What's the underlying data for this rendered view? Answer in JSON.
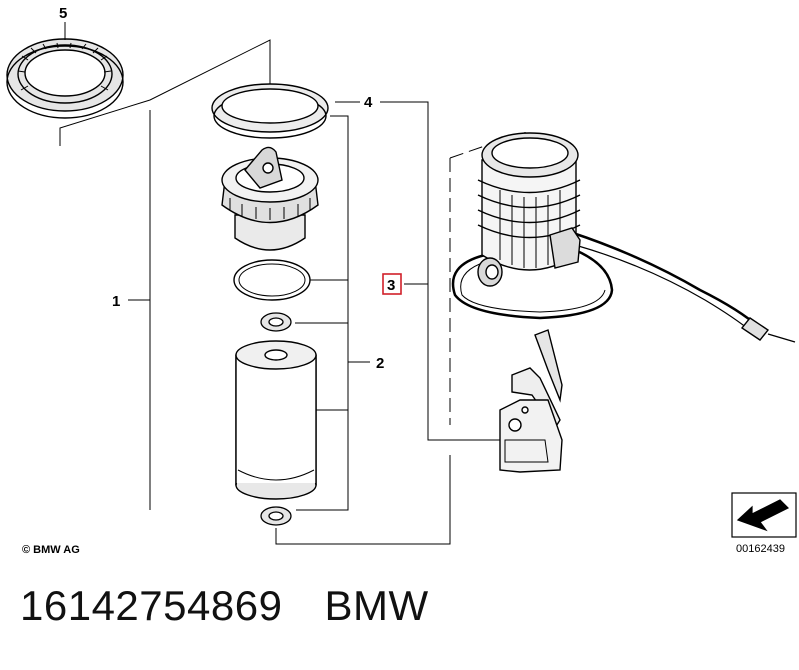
{
  "diagram": {
    "callouts": [
      {
        "id": "callout-1",
        "label": "1"
      },
      {
        "id": "callout-2",
        "label": "2"
      },
      {
        "id": "callout-3",
        "label": "3",
        "highlighted": true
      },
      {
        "id": "callout-4",
        "label": "4"
      },
      {
        "id": "callout-5",
        "label": "5"
      }
    ],
    "copyright": "© BMW AG",
    "drawing_number": "00162439"
  },
  "footer": {
    "part_number": "16142754869",
    "brand": "BMW"
  },
  "colors": {
    "line": "#000000",
    "highlight": "#d0202a",
    "shade": "#dcdcdc"
  }
}
